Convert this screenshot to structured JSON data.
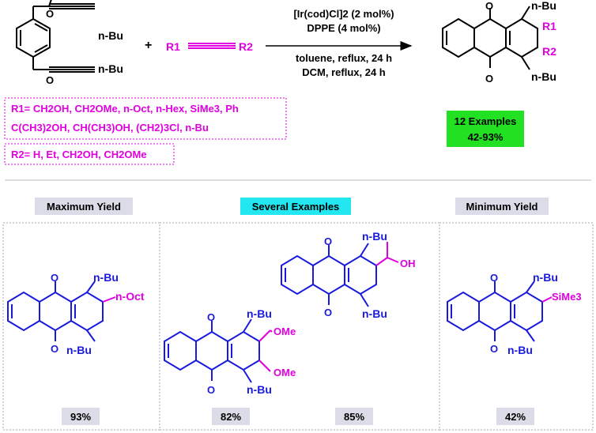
{
  "top": {
    "reactant_diyne_sub": "n-Bu",
    "plus": "+",
    "alkyne_r1": "R1",
    "alkyne_r2": "R2",
    "conditions": {
      "line1": "[Ir(cod)Cl]2 (2 mol%)",
      "line2": "DPPE (4 mol%)",
      "line3": "toluene, reflux, 24 h",
      "line4": "DCM, reflux, 24 h"
    },
    "product_sub": "n-Bu",
    "product_r1": "R1",
    "product_r2": "R2",
    "r1_box": {
      "line1": "R1= CH2OH, CH2OMe, n-Oct, n-Hex, SiMe3, Ph",
      "line2": "C(CH3)2OH, CH(CH3)OH, (CH2)3Cl, n-Bu"
    },
    "r2_box": "R2= H, Et, CH2OH, CH2OMe",
    "examples_box": {
      "line1": "12 Examples",
      "line2": "42-93%"
    }
  },
  "bottom": {
    "max_label": "Maximum Yield",
    "several_label": "Several Examples",
    "min_label": "Minimum Yield",
    "max_sub": "n-Oct",
    "ome_label": "OMe",
    "oh_label": "OH",
    "sime3_label": "SiMe3",
    "nbu": "n-Bu",
    "oxygen": "O",
    "yields": [
      "93%",
      "82%",
      "85%",
      "42%"
    ]
  },
  "colors": {
    "ring": "#1a1adc",
    "substituent": "#e000e0",
    "examples_bg": "#22e022",
    "several_bg": "#22e6f0",
    "label_bg": "#dcdce8"
  }
}
